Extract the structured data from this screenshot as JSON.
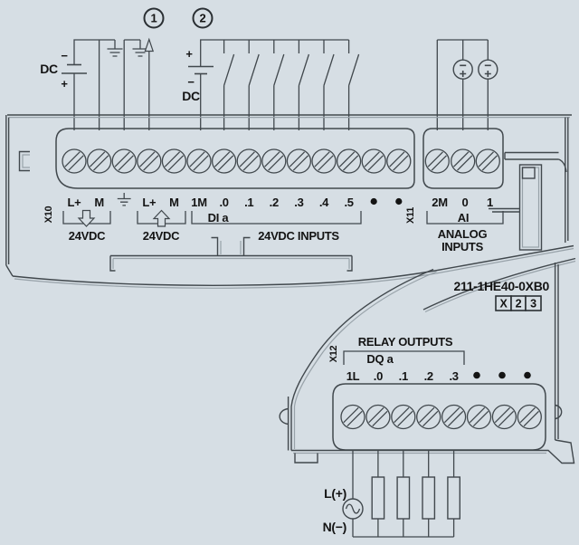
{
  "colors": {
    "background": "#d6dee4",
    "line_dark": "#41484d",
    "line_light": "#98a2a9",
    "text": "#141414"
  },
  "callouts": {
    "note1": "1",
    "note2": "2"
  },
  "top_wiring": {
    "dc_supply_left": {
      "label": "DC",
      "minus": "−",
      "plus": "+"
    },
    "dc_supply_inputs": {
      "label": "DC",
      "plus": "+",
      "minus": "−"
    },
    "analog_source_1": {
      "minus": "−",
      "plus": "+"
    },
    "analog_source_2": {
      "minus": "−",
      "plus": "+"
    }
  },
  "x10": {
    "connector": "X10",
    "terminals": [
      "L+",
      "M",
      "⏚",
      "L+",
      "M",
      "1M",
      ".0",
      ".1",
      ".2",
      ".3",
      ".4",
      ".5",
      "•",
      "•"
    ],
    "supply_in_label": "24VDC",
    "sensor_out_label": "24VDC",
    "di_group_label": "DI a",
    "inputs_label": "24VDC INPUTS"
  },
  "x11": {
    "connector": "X11",
    "terminals": [
      "2M",
      "0",
      "1"
    ],
    "ai_group_label": "AI",
    "analog_label_line1": "ANALOG",
    "analog_label_line2": "INPUTS"
  },
  "module": {
    "order_number": "211-1HE40-0XB0",
    "version_boxes": [
      "X",
      "2",
      "3"
    ]
  },
  "x12": {
    "connector": "X12",
    "title": "RELAY OUTPUTS",
    "dq_group_label": "DQ a",
    "terminals": [
      "1L",
      ".0",
      ".1",
      ".2",
      ".3",
      "•",
      "•",
      "•"
    ]
  },
  "bottom_wiring": {
    "line_label": "L(+)",
    "neutral_label": "N(−)"
  }
}
